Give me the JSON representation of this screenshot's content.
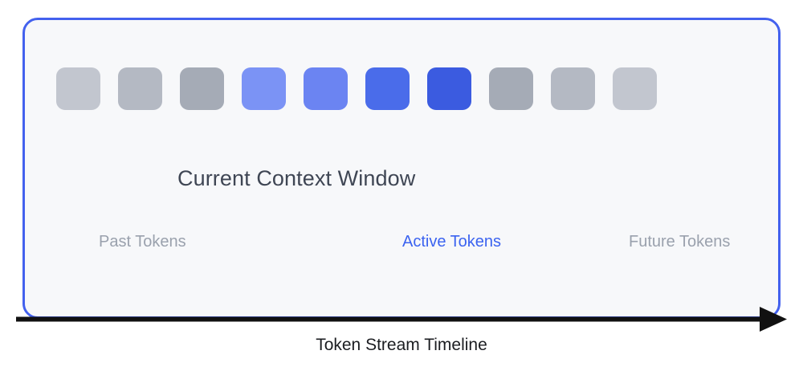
{
  "diagram": {
    "panel": {
      "title": "Current Context Window",
      "border_color": "#4361ee",
      "background_color": "#f7f8fa"
    },
    "tokens": [
      {
        "name": "past-token-1",
        "state": "past",
        "color": "#c2c6cf"
      },
      {
        "name": "past-token-2",
        "state": "past",
        "color": "#b4b9c3"
      },
      {
        "name": "past-token-3",
        "state": "past",
        "color": "#a5abb6"
      },
      {
        "name": "active-token-1",
        "state": "active",
        "color": "#7b93f5"
      },
      {
        "name": "active-token-2",
        "state": "active",
        "color": "#6b84f2"
      },
      {
        "name": "active-token-3",
        "state": "active",
        "color": "#4a6cea"
      },
      {
        "name": "active-token-4",
        "state": "active",
        "color": "#3b5be0"
      },
      {
        "name": "future-token-1",
        "state": "future",
        "color": "#a5abb6"
      },
      {
        "name": "future-token-2",
        "state": "future",
        "color": "#b4b9c3"
      },
      {
        "name": "future-token-3",
        "state": "future",
        "color": "#c2c6cf"
      }
    ],
    "zones": {
      "past_label": "Past Tokens",
      "active_label": "Active Tokens",
      "future_label": "Future Tokens",
      "past_color": "#9aa1ad",
      "active_color": "#3b63f0",
      "future_color": "#9aa1ad"
    },
    "timeline": {
      "caption": "Token Stream Timeline",
      "arrow_color": "#111111",
      "direction": "right"
    }
  }
}
